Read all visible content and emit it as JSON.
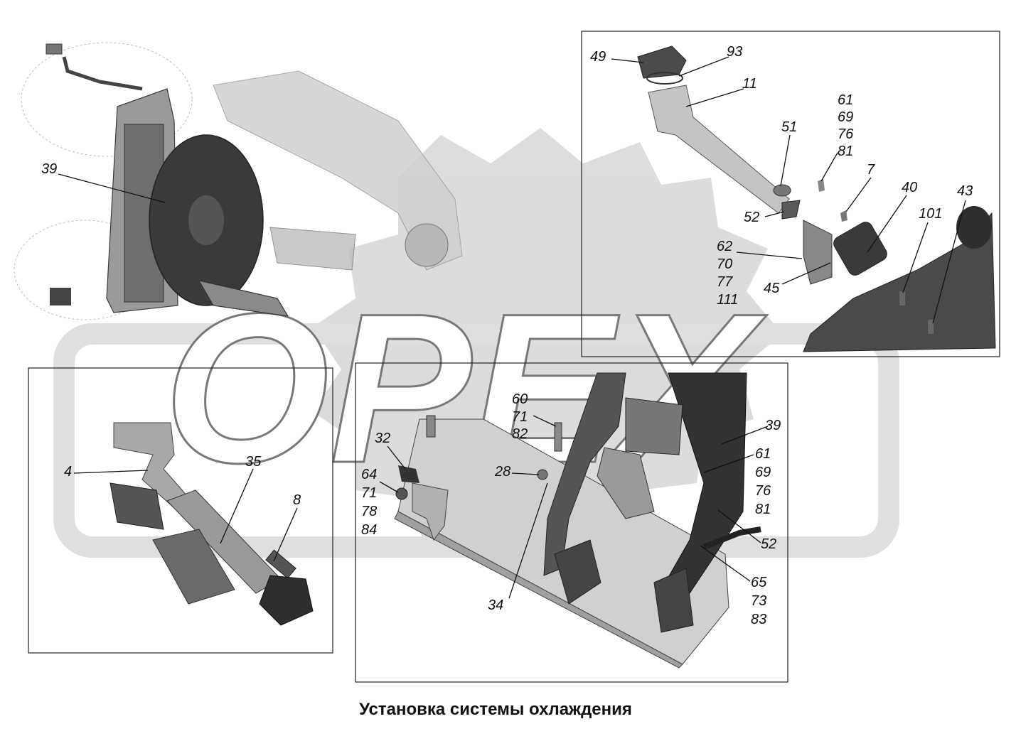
{
  "caption": "Установка системы охлаждения",
  "watermark": "ОРЕХ",
  "colors": {
    "label": "#111111",
    "part_dark": "#2e2e2e",
    "part_mid": "#8a8a8a",
    "part_light": "#c8c8c8",
    "watermark": "#d6d6d6"
  },
  "callouts": {
    "main": [
      "39"
    ],
    "filler": [
      "49",
      "93",
      "11",
      "51",
      "61",
      "69",
      "76",
      "81",
      "7",
      "40",
      "43",
      "101",
      "52",
      "62",
      "70",
      "77",
      "111",
      "45"
    ],
    "hose": [
      "4",
      "35",
      "8"
    ],
    "frame": [
      "60",
      "71",
      "82",
      "32",
      "28",
      "64",
      "71",
      "78",
      "84",
      "34",
      "39",
      "61",
      "69",
      "76",
      "81",
      "52",
      "65",
      "73",
      "83"
    ]
  }
}
